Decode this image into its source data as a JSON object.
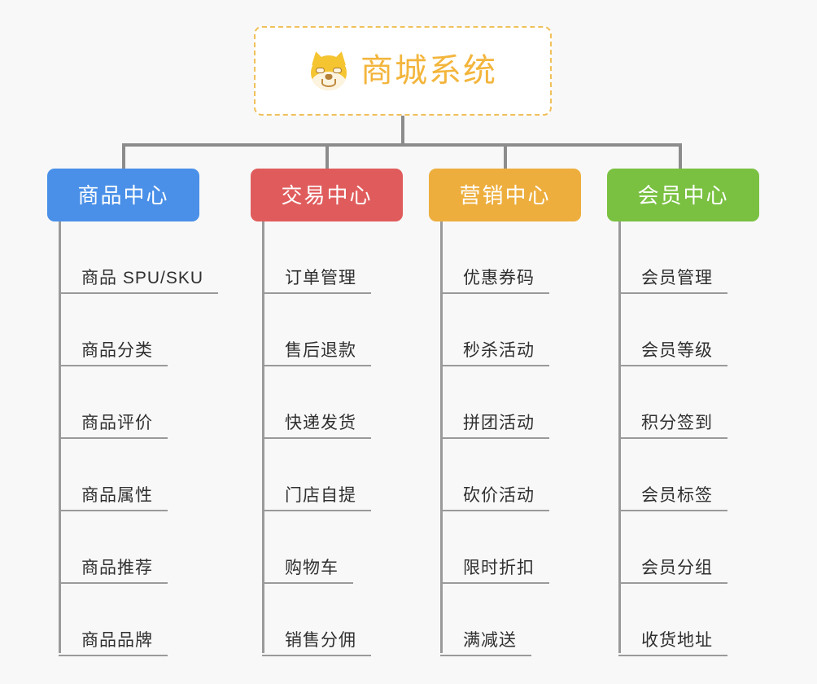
{
  "diagram": {
    "type": "org-chart",
    "background_color": "#f8f8f8",
    "root": {
      "title": "商城系统",
      "icon": "shiba-dog-icon",
      "border_color": "#f0c05a",
      "text_color": "#f3b53c"
    },
    "connector_color": "#8c8c8c",
    "leaf_line_color": "#9a9a9a",
    "columns": [
      {
        "label": "商品中心",
        "color": "#4a90e8",
        "items": [
          "商品 SPU/SKU",
          "商品分类",
          "商品评价",
          "商品属性",
          "商品推荐",
          "商品品牌"
        ]
      },
      {
        "label": "交易中心",
        "color": "#e05c5c",
        "items": [
          "订单管理",
          "售后退款",
          "快递发货",
          "门店自提",
          "购物车",
          "销售分佣"
        ]
      },
      {
        "label": "营销中心",
        "color": "#edae3d",
        "items": [
          "优惠券码",
          "秒杀活动",
          "拼团活动",
          "砍价活动",
          "限时折扣",
          "满减送"
        ]
      },
      {
        "label": "会员中心",
        "color": "#7ac142",
        "items": [
          "会员管理",
          "会员等级",
          "积分签到",
          "会员标签",
          "会员分组",
          "收货地址"
        ]
      }
    ]
  }
}
